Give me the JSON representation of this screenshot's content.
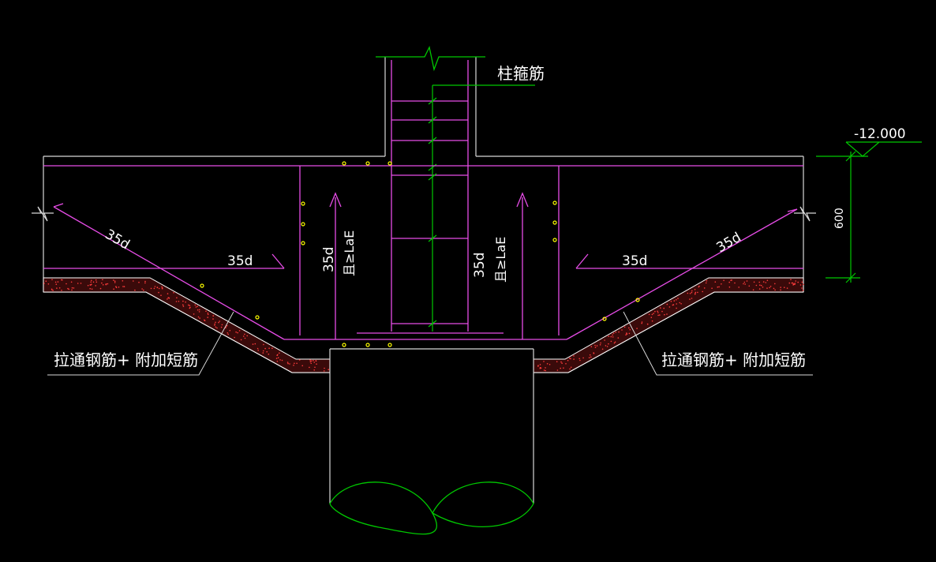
{
  "labels": {
    "stirrup": "柱箍筋",
    "elevation": "-12.000",
    "thickness": "600",
    "anchor_35d": "35d",
    "anchor_le": "且≥LaE",
    "rebar_note": "拉通钢筋+ 附加短筋"
  },
  "colors": {
    "background": "#000000",
    "outline": "#d8d8d8",
    "concrete_edge": "#ffffff",
    "rebar": "#e64ce6",
    "column_bar": "#00c800",
    "dimension": "#00c800",
    "hatch_fill": "#ff3c3c",
    "bar_dot": "#ffff00"
  }
}
